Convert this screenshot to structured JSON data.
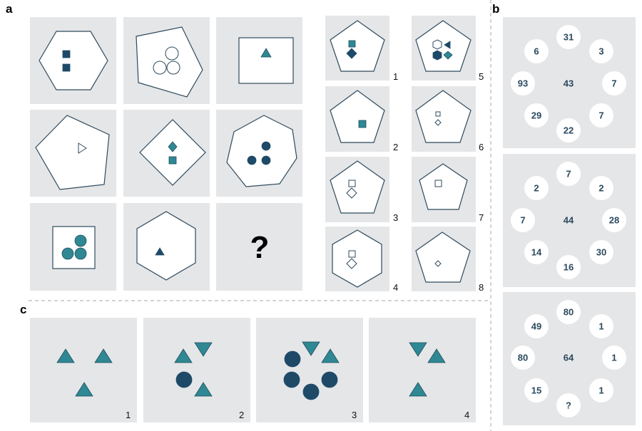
{
  "labels": {
    "a": "a",
    "b": "b",
    "c": "c"
  },
  "panel_a": {
    "missing_mark": "?",
    "options": [
      "1",
      "2",
      "3",
      "4",
      "5",
      "6",
      "7",
      "8"
    ]
  },
  "panel_b": {
    "puzzles": [
      {
        "ring": [
          "31",
          "3",
          "7",
          "7",
          "22",
          "29",
          "93",
          "6"
        ],
        "center": "43"
      },
      {
        "ring": [
          "7",
          "2",
          "28",
          "30",
          "16",
          "14",
          "7",
          "2"
        ],
        "center": "44"
      },
      {
        "ring": [
          "80",
          "1",
          "1",
          "1",
          "?",
          "15",
          "80",
          "49"
        ],
        "center": "64"
      }
    ]
  },
  "panel_c": {
    "items": [
      "1",
      "2",
      "3",
      "4"
    ]
  },
  "colors": {
    "panel": "#e5e6e8",
    "teal": "#2f8893",
    "dark": "#1e4a68",
    "text": "#2b4a5e"
  }
}
